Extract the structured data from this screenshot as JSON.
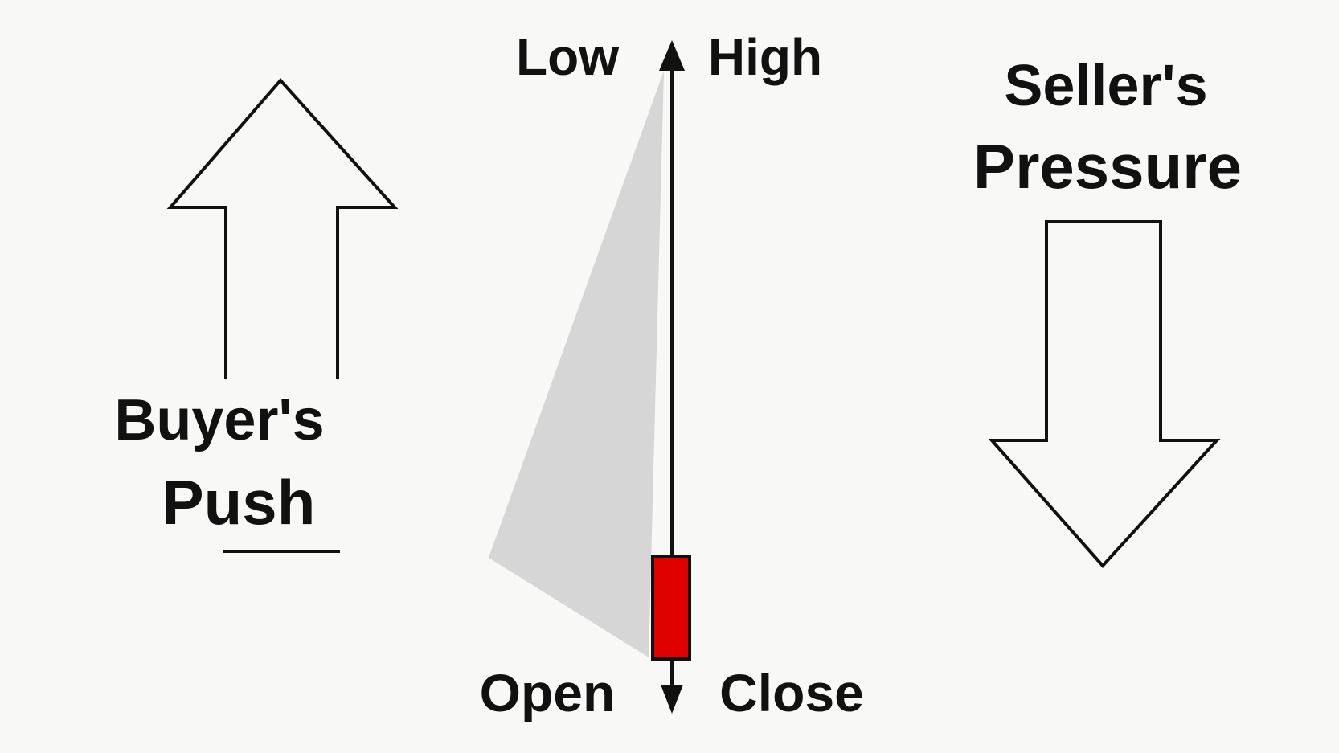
{
  "labels": {
    "low": "Low",
    "high": "High",
    "open": "Open",
    "close": "Close",
    "buyers_line1": "Buyer's",
    "buyers_line2": "Push",
    "sellers_line1": "Seller's",
    "sellers_line2": "Pressure"
  },
  "colors": {
    "background": "#f8f8f6",
    "ink": "#111111",
    "candle_body": "#e00000",
    "shadow_wedge": "#d6d6d6"
  },
  "icons": {
    "left": "up-arrow-outline-icon",
    "right": "down-arrow-outline-icon"
  }
}
